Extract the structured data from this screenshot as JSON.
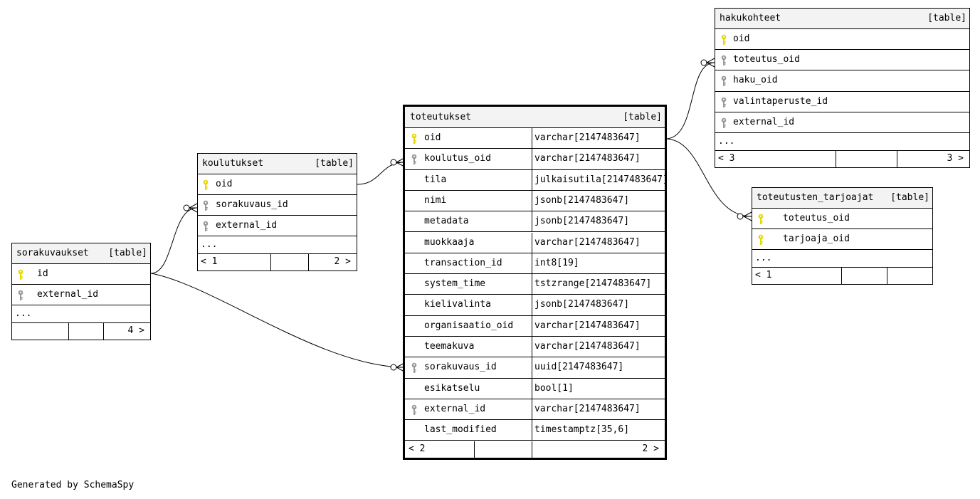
{
  "footer": "Generated by SchemaSpy",
  "colors": {
    "pk_key": "#e6d700",
    "fk_key": "#999999",
    "header_bg": "#f3f3f3"
  },
  "tables": {
    "sorakuvaukset": {
      "name": "sorakuvaukset",
      "kind": "[table]",
      "columns": [
        {
          "name": "id",
          "key": "pk"
        },
        {
          "name": "external_id",
          "key": "fk"
        }
      ],
      "more": "...",
      "footer": {
        "left": "",
        "right": "4 >"
      }
    },
    "koulutukset": {
      "name": "koulutukset",
      "kind": "[table]",
      "columns": [
        {
          "name": "oid",
          "key": "pk"
        },
        {
          "name": "sorakuvaus_id",
          "key": "fk"
        },
        {
          "name": "external_id",
          "key": "fk"
        }
      ],
      "more": "...",
      "footer": {
        "left": "< 1",
        "right": "2 >"
      }
    },
    "toteutukset": {
      "name": "toteutukset",
      "kind": "[table]",
      "columns": [
        {
          "name": "oid",
          "type": "varchar[2147483647]",
          "key": "pk"
        },
        {
          "name": "koulutus_oid",
          "type": "varchar[2147483647]",
          "key": "fk"
        },
        {
          "name": "tila",
          "type": "julkaisutila[2147483647]",
          "key": ""
        },
        {
          "name": "nimi",
          "type": "jsonb[2147483647]",
          "key": ""
        },
        {
          "name": "metadata",
          "type": "jsonb[2147483647]",
          "key": ""
        },
        {
          "name": "muokkaaja",
          "type": "varchar[2147483647]",
          "key": ""
        },
        {
          "name": "transaction_id",
          "type": "int8[19]",
          "key": ""
        },
        {
          "name": "system_time",
          "type": "tstzrange[2147483647]",
          "key": ""
        },
        {
          "name": "kielivalinta",
          "type": "jsonb[2147483647]",
          "key": ""
        },
        {
          "name": "organisaatio_oid",
          "type": "varchar[2147483647]",
          "key": ""
        },
        {
          "name": "teemakuva",
          "type": "varchar[2147483647]",
          "key": ""
        },
        {
          "name": "sorakuvaus_id",
          "type": "uuid[2147483647]",
          "key": "fk"
        },
        {
          "name": "esikatselu",
          "type": "bool[1]",
          "key": ""
        },
        {
          "name": "external_id",
          "type": "varchar[2147483647]",
          "key": "fk"
        },
        {
          "name": "last_modified",
          "type": "timestamptz[35,6]",
          "key": ""
        }
      ],
      "footer": {
        "left": "< 2",
        "right": "2 >"
      }
    },
    "hakukohteet": {
      "name": "hakukohteet",
      "kind": "[table]",
      "columns": [
        {
          "name": "oid",
          "key": "pk"
        },
        {
          "name": "toteutus_oid",
          "key": "fk"
        },
        {
          "name": "haku_oid",
          "key": "fk"
        },
        {
          "name": "valintaperuste_id",
          "key": "fk"
        },
        {
          "name": "external_id",
          "key": "fk"
        }
      ],
      "more": "...",
      "footer": {
        "left": "< 3",
        "right": "3 >"
      }
    },
    "toteutusten_tarjoajat": {
      "name": "toteutusten_tarjoajat",
      "kind": "[table]",
      "columns": [
        {
          "name": "toteutus_oid",
          "key": "pk"
        },
        {
          "name": "tarjoaja_oid",
          "key": "pk"
        }
      ],
      "more": "...",
      "footer": {
        "left": "< 1",
        "right": ""
      }
    }
  }
}
